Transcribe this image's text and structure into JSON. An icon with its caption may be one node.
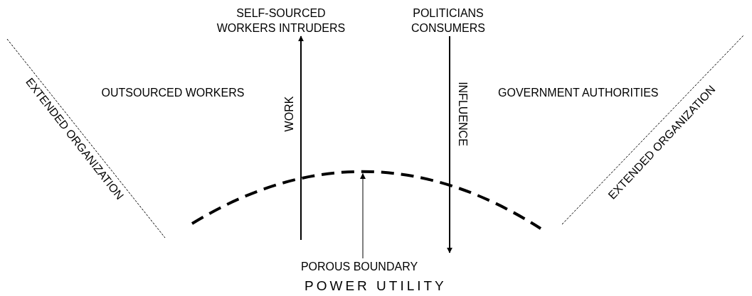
{
  "diagram": {
    "title": "POWER UTILITY",
    "nodes": [
      {
        "text": [
          "SELF-SOURCED WORKERS INTRUDERS"
        ]
      },
      {
        "text": [
          "POLITICIANS CONSUMERS"
        ]
      },
      {
        "text": [],
        "shape": "arc"
      },
      {
        "text": [
          "POROUS BOUNDARY"
        ]
      }
    ],
    "edges": [
      {
        "from": null,
        "to": 0,
        "arrow": "to",
        "label": "WORK"
      },
      {
        "from": 1,
        "to": null,
        "arrow": "to",
        "label": "INFLUENCE"
      },
      {
        "from": 3,
        "to": 2,
        "arrow": "to"
      }
    ],
    "labels": [
      "EXTENDED ORGANIZATION",
      "OUTSOURCED WORKERS",
      "GOVERNMENT AUTHORITIES",
      "EXTENDED ORGANIZATION"
    ]
  }
}
